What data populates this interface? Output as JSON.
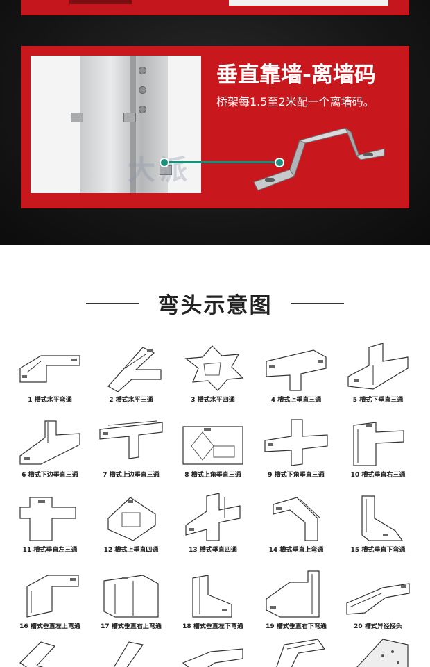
{
  "banner": {
    "title": "垂直靠墙-离墙码",
    "subtitle": "桥架每1.5至2米配一个离墙码。",
    "watermark": "大派",
    "accent": "#c9171e",
    "pointer_color": "#1b8f7a"
  },
  "section": {
    "title": "弯头示意图"
  },
  "diagrams": [
    {
      "caption": "1 槽式水平弯通",
      "icon": "horizontal-elbow-icon"
    },
    {
      "caption": "2 槽式水平三通",
      "icon": "horizontal-tee-icon"
    },
    {
      "caption": "3 槽式水平四通",
      "icon": "horizontal-cross-icon"
    },
    {
      "caption": "4 槽式上垂直三通",
      "icon": "upward-vertical-tee-icon"
    },
    {
      "caption": "5 槽式下垂直三通",
      "icon": "downward-vertical-tee-icon"
    },
    {
      "caption": "6 槽式下边垂直三通",
      "icon": "lower-side-vertical-tee-icon"
    },
    {
      "caption": "7 槽式上边垂直三通",
      "icon": "upper-side-vertical-tee-icon"
    },
    {
      "caption": "8 槽式上角垂直三通",
      "icon": "upper-corner-vertical-tee-icon"
    },
    {
      "caption": "9 槽式下角垂直三通",
      "icon": "lower-corner-vertical-tee-icon"
    },
    {
      "caption": "10 槽式垂直右三通",
      "icon": "vertical-right-tee-icon"
    },
    {
      "caption": "11 槽式垂直左三通",
      "icon": "vertical-left-tee-icon"
    },
    {
      "caption": "12 槽式上垂直四通",
      "icon": "upward-vertical-cross-icon"
    },
    {
      "caption": "13 槽式垂直四通",
      "icon": "vertical-cross-icon"
    },
    {
      "caption": "14 槽式垂直上弯通",
      "icon": "vertical-up-elbow-icon"
    },
    {
      "caption": "15 槽式垂直下弯通",
      "icon": "vertical-down-elbow-icon"
    },
    {
      "caption": "16 槽式垂直左上弯通",
      "icon": "vertical-left-up-elbow-icon"
    },
    {
      "caption": "17 槽式垂直右上弯通",
      "icon": "vertical-right-up-elbow-icon"
    },
    {
      "caption": "18 槽式垂直左下弯通",
      "icon": "vertical-left-down-elbow-icon"
    },
    {
      "caption": "19 槽式垂直右下弯通",
      "icon": "vertical-right-down-elbow-icon"
    },
    {
      "caption": "20 槽式异径接头",
      "icon": "reducer-joint-icon"
    }
  ],
  "partial_row": [
    {
      "icon": "ladder-elbow-icon"
    },
    {
      "icon": "ladder-tee-icon"
    },
    {
      "icon": "ladder-cross-icon"
    },
    {
      "icon": "ladder-curve-icon"
    },
    {
      "icon": "perforated-tray-icon"
    }
  ]
}
